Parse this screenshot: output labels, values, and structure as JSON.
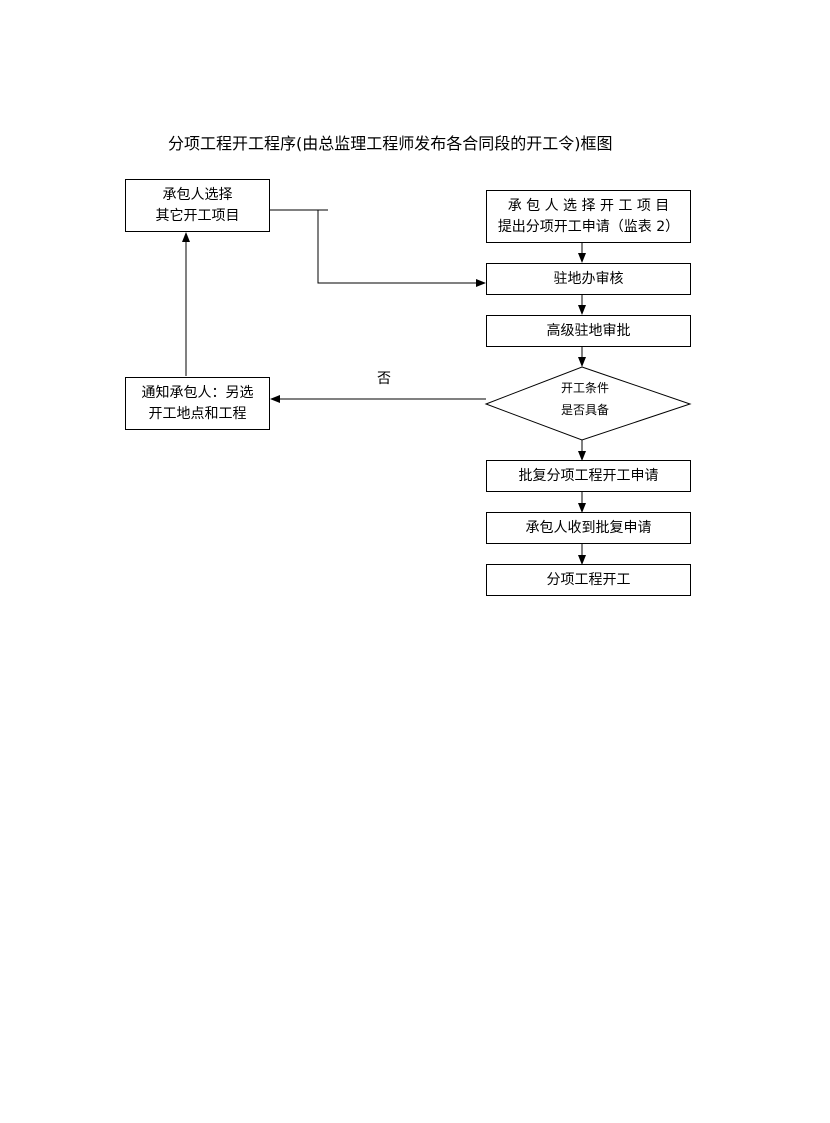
{
  "title": "分项工程开工程序(由总监理工程师发布各合同段的开工令)框图",
  "nodes": {
    "contractor_select_other": [
      "承包人选择",
      "其它开工项目"
    ],
    "contractor_select_apply": [
      "承 包 人 选 择 开 工 项 目",
      "提出分项开工申请（监表 2）"
    ],
    "resident_review": "驻地办审核",
    "senior_resident_approve": "高级驻地审批",
    "condition_check": [
      "开工条件",
      "是否具备"
    ],
    "notify_contractor": [
      "通知承包人：另选",
      "开工地点和工程"
    ],
    "approve_application": "批复分项工程开工申请",
    "contractor_receives": "承包人收到批复申请",
    "subproject_start": "分项工程开工"
  },
  "edge_labels": {
    "no": "否"
  }
}
